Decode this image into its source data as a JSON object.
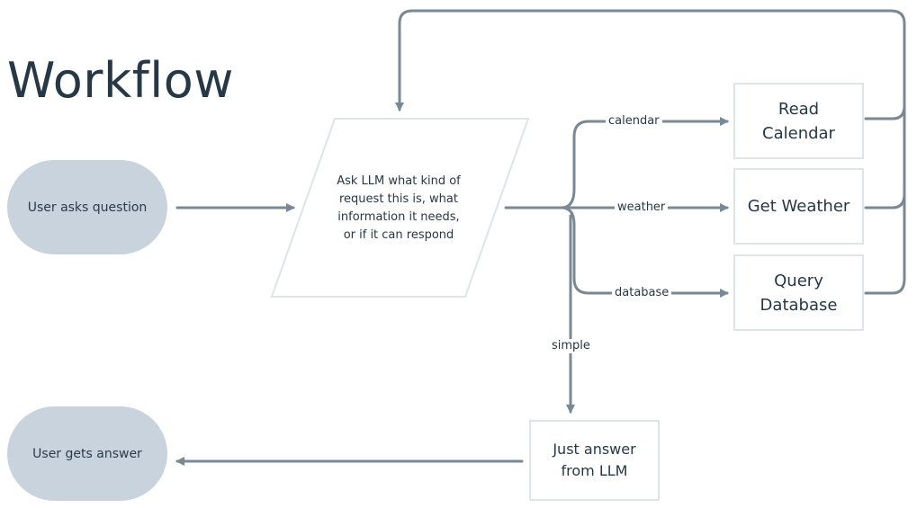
{
  "title": "Workflow",
  "nodes": {
    "user_asks": "User asks question",
    "classify": "Ask LLM what kind of\nrequest this is, what\ninformation it needs,\nor if it can respond",
    "read_calendar": "Read\nCalendar",
    "get_weather": "Get Weather",
    "query_database": "Query\nDatabase",
    "just_answer": "Just answer\nfrom LLM",
    "user_gets": "User gets answer"
  },
  "edge_labels": {
    "calendar": "calendar",
    "weather": "weather",
    "database": "database",
    "simple": "simple"
  },
  "colors": {
    "connector": "#7a8894",
    "pill_fill": "#c8d3dd",
    "box_border": "#dfe4e8",
    "text": "#263845"
  }
}
